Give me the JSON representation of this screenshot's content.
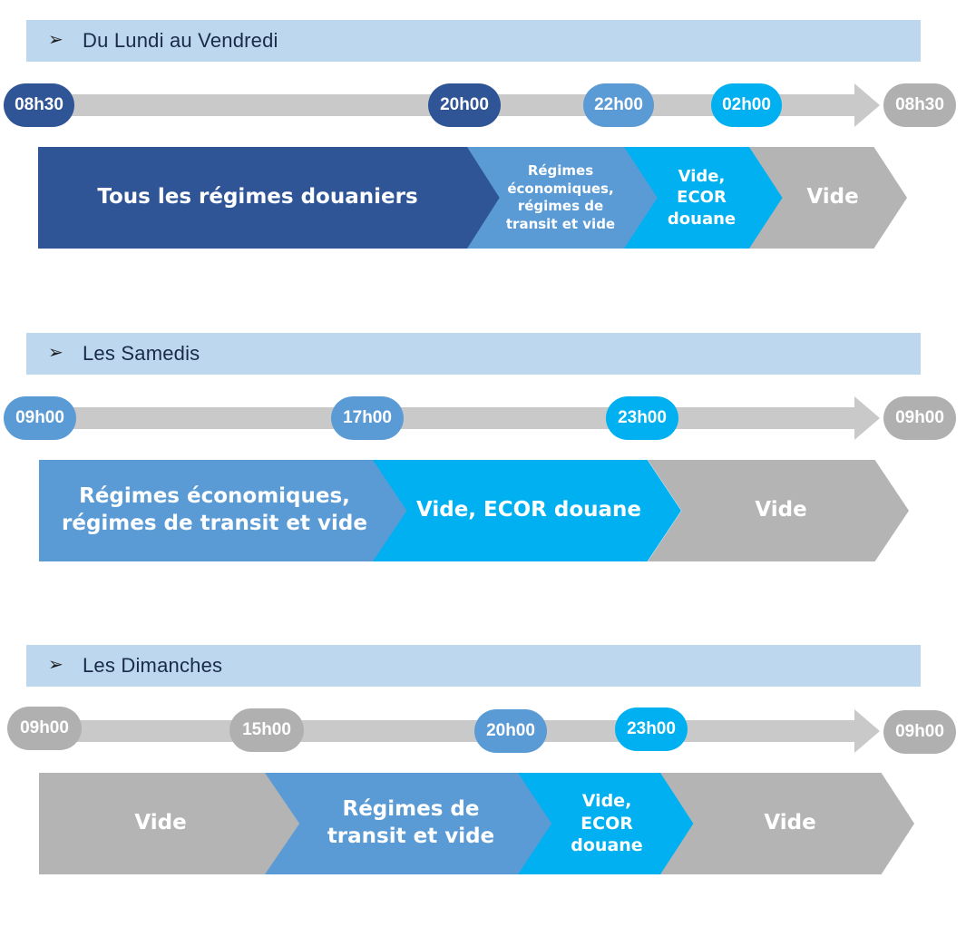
{
  "sections": [
    {
      "title": "Du Lundi au Vendredi",
      "times": [
        "08h30",
        "20h00",
        "22h00",
        "02h00",
        "08h30"
      ],
      "segments": [
        "Tous les régimes douaniers",
        "Régimes économiques, régimes de transit et vide",
        "Vide, ECOR douane",
        "Vide"
      ]
    },
    {
      "title": "Les Samedis",
      "times": [
        "09h00",
        "17h00",
        "23h00",
        "09h00"
      ],
      "segments": [
        "Régimes économiques, régimes de transit et vide",
        "Vide, ECOR douane",
        "Vide"
      ]
    },
    {
      "title": "Les Dimanches",
      "times": [
        "09h00",
        "15h00",
        "20h00",
        "23h00",
        "09h00"
      ],
      "segments": [
        "Vide",
        "Régimes de transit et vide",
        "Vide, ECOR douane",
        "Vide"
      ]
    }
  ],
  "header_marker": "➢",
  "colors": {
    "dark_blue": "#2f5597",
    "mid_blue": "#5b9bd5",
    "cyan": "#00b0f0",
    "grey": "#b4b4b4",
    "header_bg": "#bdd7ee"
  }
}
